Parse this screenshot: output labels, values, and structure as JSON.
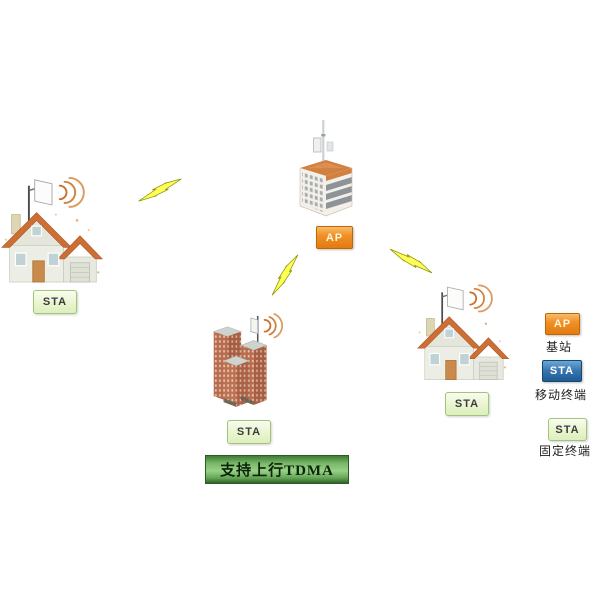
{
  "diagram": {
    "ap": {
      "label": "AP"
    },
    "sta_left": {
      "label": "STA"
    },
    "sta_bottom": {
      "label": "STA"
    },
    "sta_right": {
      "label": "STA"
    }
  },
  "legend": [
    {
      "badge": "AP",
      "label": "基站"
    },
    {
      "badge": "STA",
      "label": "移动终端"
    },
    {
      "badge": "STA",
      "label": "固定终端"
    }
  ],
  "banner": {
    "text": "支持上行TDMA"
  },
  "colors": {
    "ap_orange": "#e8821a",
    "sta_blue": "#2a649e",
    "sta_green_bg": "#eaf6d6",
    "sta_green_border": "#a2c478",
    "banner_green": "#7ab96a",
    "bolt_yellow": "#feff5a",
    "roof_orange": "#cd6f35",
    "wave_orange": "#cf7434"
  }
}
